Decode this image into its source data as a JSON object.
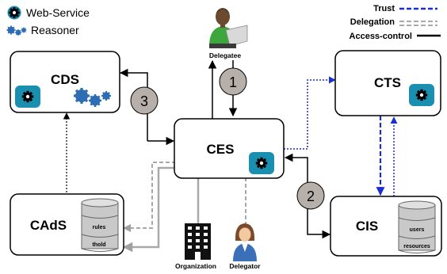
{
  "legend_left": {
    "web_service": "Web-Service",
    "reasoner": "Reasoner"
  },
  "legend_right": {
    "trust": "Trust",
    "delegation": "Delegation",
    "access_control": "Access-control"
  },
  "nodes": {
    "cds": "CDS",
    "ces": "CES",
    "cts": "CTS",
    "cis": "CIS",
    "cads": "CAdS"
  },
  "databases": {
    "cads_db_rules": "rules",
    "cads_db_thold": "thold",
    "cis_db_users": "users",
    "cis_db_resources": "resources"
  },
  "actors": {
    "delegatee": "Delegatee",
    "organization": "Organization",
    "delegator": "Delegator"
  },
  "steps": [
    "1",
    "2",
    "3"
  ],
  "colors": {
    "trust": "#1a2fcf",
    "delegation": "#a9a9a9",
    "access_control": "#000000",
    "gear": "#1a8fb0",
    "step_circle": "#b7b0aa"
  }
}
